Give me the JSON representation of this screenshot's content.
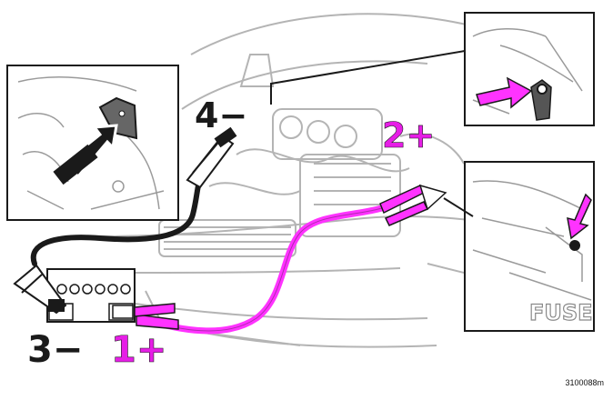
{
  "steps": {
    "step1": "1+",
    "step2": "2+",
    "step3": "3−",
    "step4": "4−"
  },
  "inset_bottom_right": {
    "text": "FUSE"
  },
  "reference_code": "3100088m",
  "colors": {
    "positive_cable": "#ff33ff",
    "negative_cable": "#1a1a1a",
    "engine_line": "#b4b4b4",
    "label_dark": "#1a1a1a",
    "label_positive": "#e61ee6"
  },
  "icons": {
    "arrow_ground_point": "black-arrow-icon",
    "arrow_positive_post": "magenta-arrow-icon"
  }
}
